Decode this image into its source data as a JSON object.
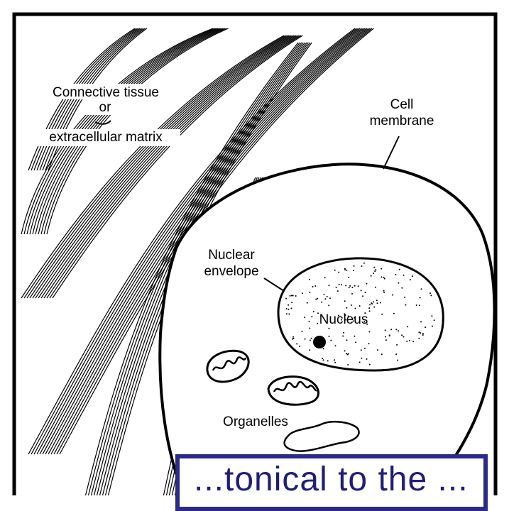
{
  "diagram": {
    "labels": {
      "connective_tissue_line1": "Connective tissue",
      "connective_tissue_line2": "or",
      "connective_tissue_line3": "extracellular matrix",
      "cell_membrane_line1": "Cell",
      "cell_membrane_line2": "membrane",
      "nuclear_envelope_line1": "Nuclear",
      "nuclear_envelope_line2": "envelope",
      "nucleus": "Nucleus",
      "organelles": "Organelles"
    },
    "colors": {
      "frame": "#000000",
      "ink": "#000000",
      "caption_border": "#2a2a8a",
      "caption_text": "#1e1e7a"
    }
  },
  "caption": {
    "partial_text": "...tonical to the ..."
  }
}
